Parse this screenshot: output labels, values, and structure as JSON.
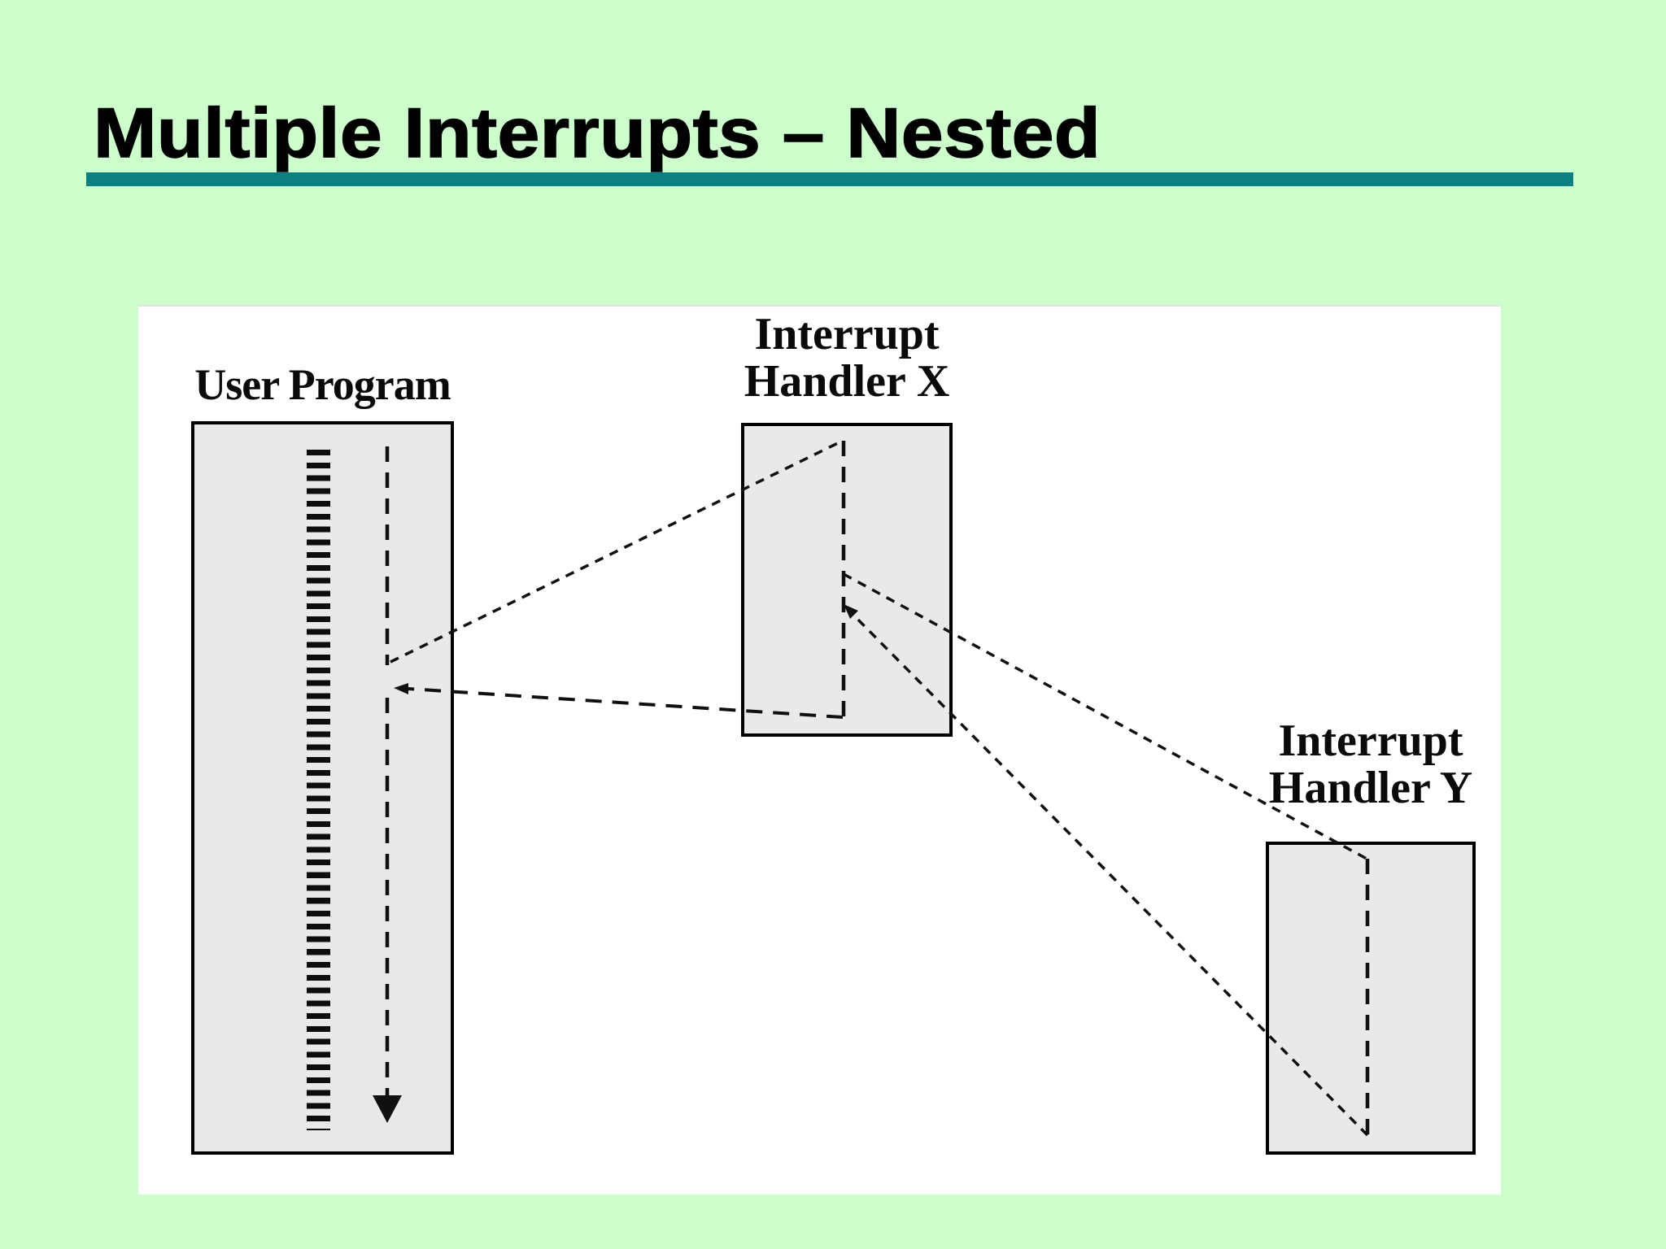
{
  "slide": {
    "title": "Multiple Interrupts – Nested",
    "colors": {
      "background": "#ccffcc",
      "title_text": "#000000",
      "title_rule": "#0b7f81",
      "figure_background": "#ffffff",
      "box_fill": "#e9e9e9",
      "box_border": "#000000",
      "flow_line": "#101010"
    }
  },
  "diagram": {
    "user_program": {
      "label": "User Program"
    },
    "handler_x": {
      "label_line1": "Interrupt",
      "label_line2": "Handler X"
    },
    "handler_y": {
      "label_line1": "Interrupt",
      "label_line2": "Handler Y"
    }
  }
}
